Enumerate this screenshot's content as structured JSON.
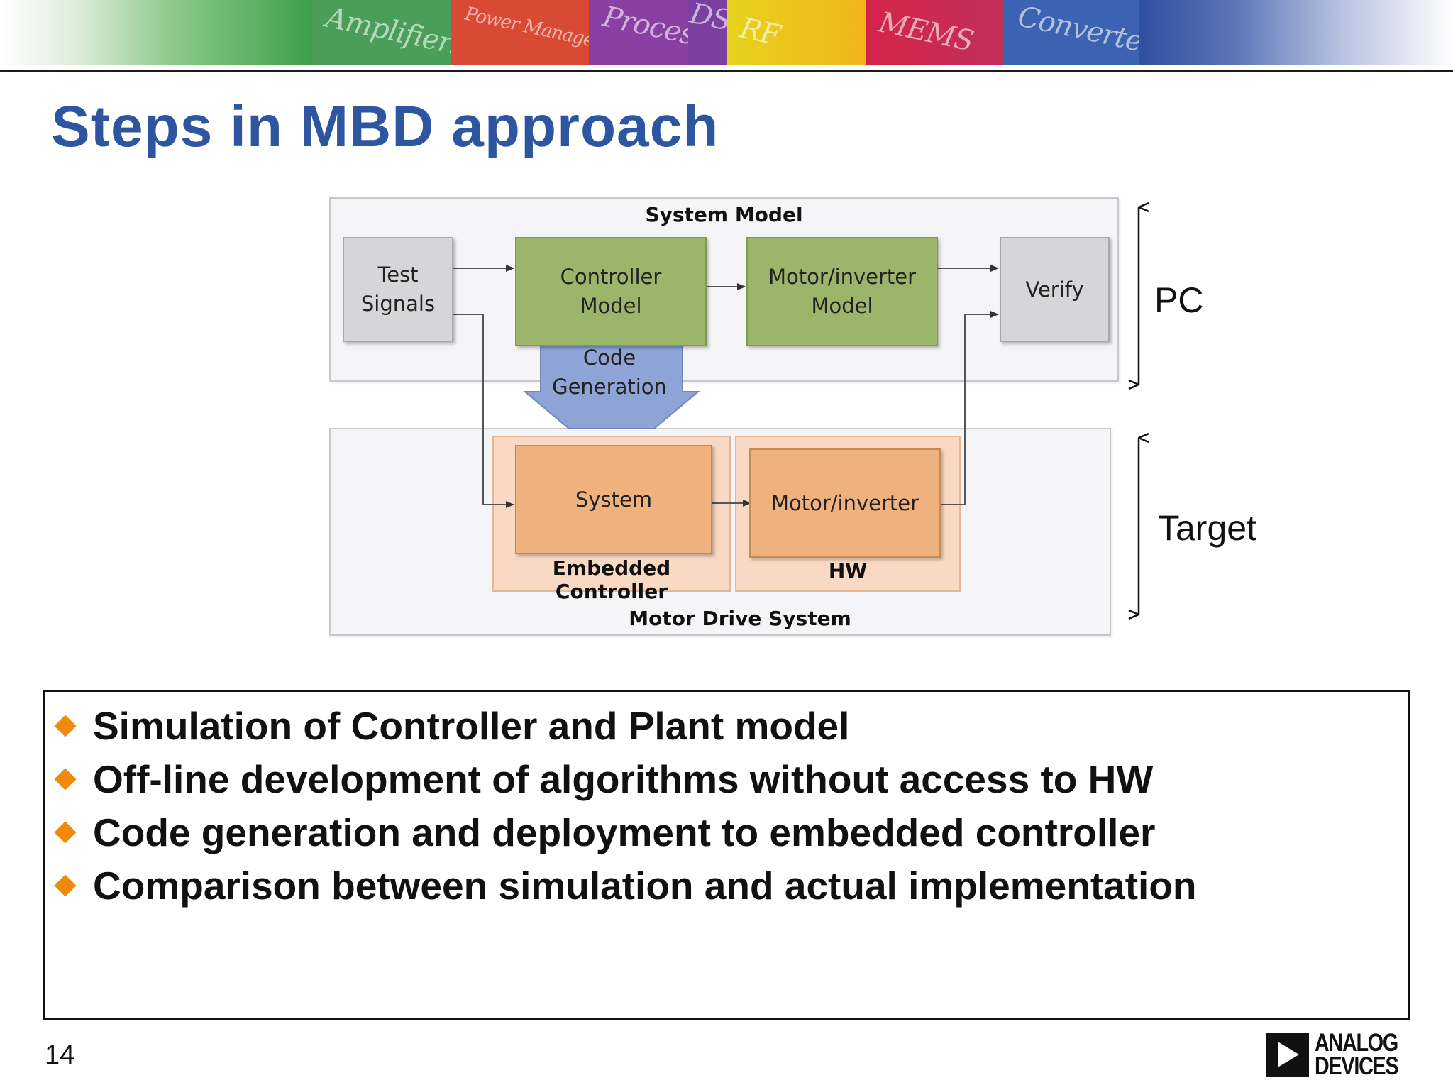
{
  "banner": {
    "tiles": [
      {
        "label": "Amplifiers",
        "color": "#4a9e58"
      },
      {
        "label": "Power Management",
        "color": "#d94a35"
      },
      {
        "label": "Processors",
        "color": "#8a3fa2"
      },
      {
        "label": "DSP",
        "color": "#7a3fa0"
      },
      {
        "label": "RF",
        "color": "#f0c21c"
      },
      {
        "label": "MEMS",
        "color": "#d4244a"
      },
      {
        "label": "Converters",
        "color": "#3c62b2"
      }
    ]
  },
  "title": "Steps in MBD approach",
  "diagram": {
    "system_model": {
      "title": "System Model",
      "blocks": {
        "test_signals": "Test\nSignals",
        "controller_model": "Controller\nModel",
        "motor_inverter_model": "Motor/inverter\nModel",
        "verify": "Verify"
      }
    },
    "code_generation": "Code\nGeneration",
    "motor_drive_system": {
      "title": "Motor Drive System",
      "embedded_controller": {
        "label": "Embedded Controller",
        "block": "System"
      },
      "hw": {
        "label": "HW",
        "block": "Motor/inverter"
      }
    },
    "side_labels": {
      "pc": "PC",
      "target": "Target"
    },
    "colors": {
      "gray_block": "#d6d6d9",
      "green_block": "#9bb56a",
      "orange_block": "#efb27e",
      "code_generation_arrow": "#8ea4d6"
    }
  },
  "bullets": [
    "Simulation of Controller and Plant model",
    "Off-line development of algorithms without access to HW",
    "Code generation and deployment to embedded controller",
    "Comparison between simulation and actual implementation"
  ],
  "bullet_color": "#f08a0b",
  "page_number": "14",
  "logo": {
    "text_line1": "ANALOG",
    "text_line2": "DEVICES"
  },
  "title_color": "#2e56a0"
}
